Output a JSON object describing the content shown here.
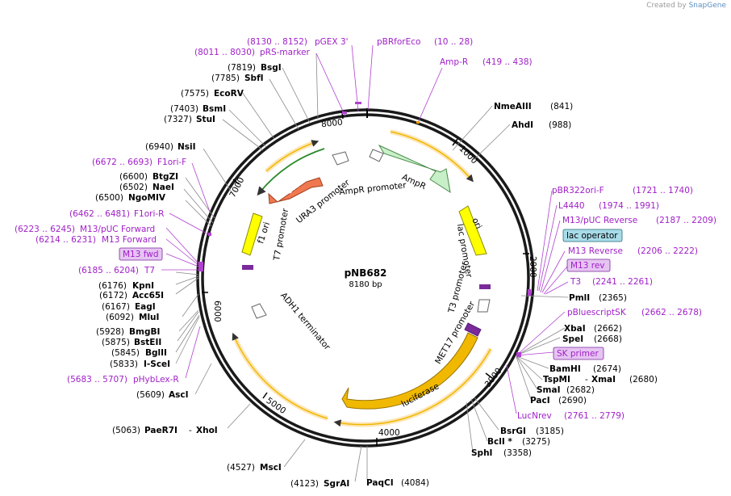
{
  "credit": {
    "prefix": "Created by",
    "brand": "SnapGene"
  },
  "plasmid": {
    "name": "pNB682",
    "size": "8180 bp"
  },
  "ticks": [
    "1000",
    "2000",
    "3000",
    "4000",
    "5000",
    "6000",
    "7000",
    "8000"
  ],
  "features": {
    "ampr": "AmpR",
    "ampr_promoter": "AmpR promoter",
    "ori": "ori",
    "lac_promoter": "lac promoter",
    "t3_promoter": "T3 promoter",
    "met17_promoter": "MET17 promoter",
    "luciferase": "luciferase",
    "adh1_terminator": "ADH1 terminator",
    "t7_promoter": "T7 promoter",
    "f1_ori": "f1 ori",
    "ura3": "URA3",
    "ura3_promoter": "URA3 promoter"
  },
  "right_sites": [
    {
      "name": "NmeAIII",
      "pos": "(841)"
    },
    {
      "name": "AhdI",
      "pos": "(988)"
    },
    {
      "name": "PmlI",
      "pos": "(2365)"
    },
    {
      "name": "XbaI",
      "pos": "(2662)"
    },
    {
      "name": "SpeI",
      "pos": "(2668)"
    },
    {
      "name": "BamHI",
      "pos": "(2674)"
    },
    {
      "name": "TspMI",
      "sep": "-",
      "name2": "XmaI",
      "pos": "(2680)"
    },
    {
      "name": "SmaI",
      "pos": "(2682)"
    },
    {
      "name": "PacI",
      "pos": "(2690)"
    },
    {
      "name": "BsrGI",
      "pos": "(3185)"
    },
    {
      "name": "BclI *",
      "pos": "(3275)"
    },
    {
      "name": "SphI",
      "pos": "(3358)"
    }
  ],
  "bottom_sites": [
    {
      "name": "PaqCI",
      "pos": "(4084)"
    },
    {
      "name": "SgrAI",
      "pos": "(4123)"
    },
    {
      "name": "MscI",
      "pos": "(4527)"
    },
    {
      "name": "PaeR7I",
      "sep": "-",
      "name2": "XhoI",
      "pos": "(5063)"
    },
    {
      "name": "AscI",
      "pos": "(5609)"
    }
  ],
  "left_sites": [
    {
      "name": "I-SceI",
      "pos": "(5833)"
    },
    {
      "name": "BglII",
      "pos": "(5845)"
    },
    {
      "name": "BstEII",
      "pos": "(5875)"
    },
    {
      "name": "BmgBI",
      "pos": "(5928)"
    },
    {
      "name": "MluI",
      "pos": "(6092)"
    },
    {
      "name": "EagI",
      "pos": "(6167)"
    },
    {
      "name": "Acc65I",
      "pos": "(6172)"
    },
    {
      "name": "KpnI",
      "pos": "(6176)"
    },
    {
      "name": "NgoMIV",
      "pos": "(6500)"
    },
    {
      "name": "NaeI",
      "pos": "(6502)"
    },
    {
      "name": "BtgZI",
      "pos": "(6600)"
    },
    {
      "name": "NsiI",
      "pos": "(6940)"
    },
    {
      "name": "StuI",
      "pos": "(7327)"
    },
    {
      "name": "BsmI",
      "pos": "(7403)"
    },
    {
      "name": "EcoRV",
      "pos": "(7575)"
    },
    {
      "name": "SbfI",
      "pos": "(7785)"
    },
    {
      "name": "BsgI",
      "pos": "(7819)"
    }
  ],
  "primers": {
    "pgex3": {
      "range": "(8130 .. 8152)",
      "name": "pGEX 3'"
    },
    "prs": {
      "range": "(8011 .. 8030)",
      "name": "pRS-marker"
    },
    "pbrforeco": {
      "name": "pBRforEco",
      "range": "(10 .. 28)"
    },
    "ampr": {
      "name": "Amp-R",
      "range": "(419 .. 438)"
    },
    "pbr322": {
      "name": "pBR322ori-F",
      "range": "(1721 .. 1740)"
    },
    "l4440": {
      "name": "L4440",
      "range": "(1974 .. 1991)"
    },
    "m13puc_rev": {
      "name": "M13/pUC Reverse",
      "range": "(2187 .. 2209)"
    },
    "lac_operator": {
      "name": "lac operator"
    },
    "m13_rev_full": {
      "name": "M13 Reverse",
      "range": "(2206 .. 2222)"
    },
    "m13_rev": {
      "name": "M13 rev"
    },
    "t3": {
      "name": "T3",
      "range": "(2241 .. 2261)"
    },
    "pbluescriptsk": {
      "name": "pBluescriptSK",
      "range": "(2662 .. 2678)"
    },
    "sk_primer": {
      "name": "SK primer"
    },
    "lucnrev": {
      "name": "LucNrev",
      "range": "(2761 .. 2779)"
    },
    "phyblex": {
      "range": "(5683 .. 5707)",
      "name": "pHybLex-R"
    },
    "t7": {
      "range": "(6185 .. 6204)",
      "name": "T7"
    },
    "m13_fwd": {
      "name": "M13 fwd"
    },
    "m13_forward": {
      "range": "(6214 .. 6231)",
      "name": "M13 Forward"
    },
    "m13puc_fwd": {
      "range": "(6223 .. 6245)",
      "name": "M13/pUC Forward"
    },
    "f1ori_r": {
      "range": "(6462 .. 6481)",
      "name": "F1ori-R"
    },
    "f1ori_f": {
      "range": "(6672 .. 6693)",
      "name": "F1ori-F"
    }
  },
  "colors": {
    "ampr": "#c8f0c8",
    "ori": "#ffff00",
    "orange_feature": "#f0b800",
    "ura3": "#f07850",
    "primer_text": "#a020c8",
    "operator_box": "#a8dce8"
  }
}
